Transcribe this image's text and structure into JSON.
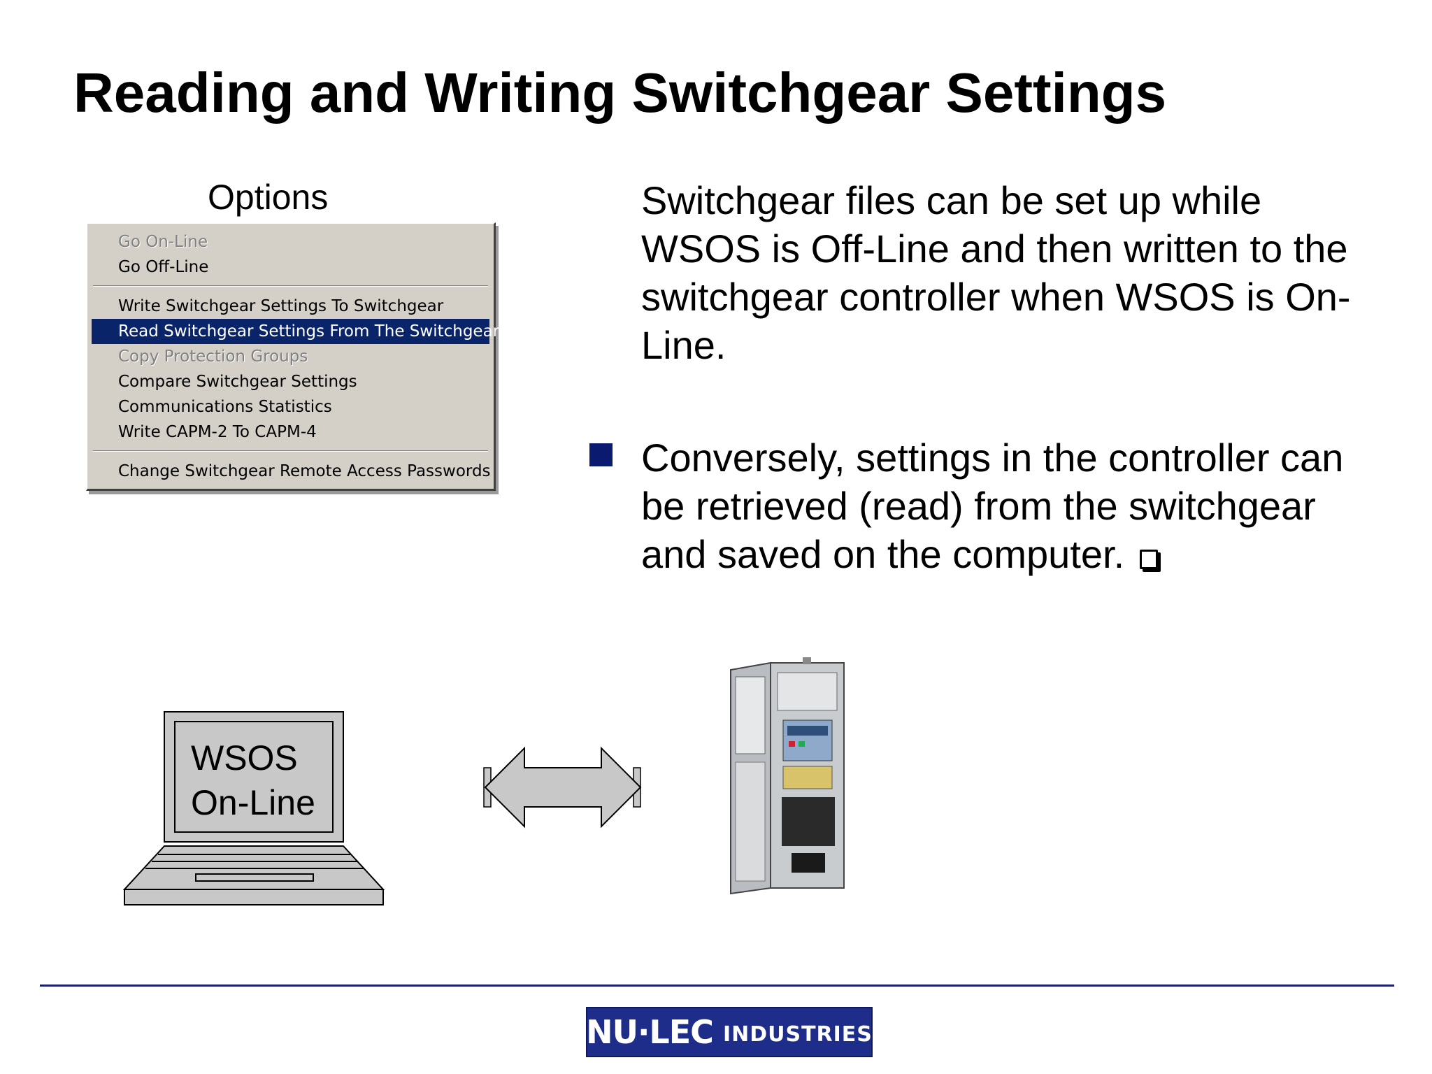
{
  "slide": {
    "title": "Reading and Writing Switchgear Settings"
  },
  "menu": {
    "header": "Options",
    "items": [
      {
        "label": "Go On-Line",
        "state": "disabled"
      },
      {
        "label": "Go Off-Line",
        "state": "normal"
      },
      {
        "label": "Write Switchgear Settings To Switchgear",
        "state": "normal"
      },
      {
        "label": "Read Switchgear Settings From The Switchgear",
        "state": "highlighted"
      },
      {
        "label": "Copy Protection Groups",
        "state": "disabled"
      },
      {
        "label": "Compare Switchgear Settings",
        "state": "normal"
      },
      {
        "label": "Communications Statistics",
        "state": "normal"
      },
      {
        "label": "Write CAPM-2 To CAPM-4",
        "state": "normal"
      },
      {
        "label": "Change Switchgear Remote Access Passwords",
        "state": "normal"
      }
    ],
    "highlight_color": "#0a246a",
    "background_color": "#d4d0c8"
  },
  "content": {
    "paragraph_1": "Switchgear files can be set up while WSOS is Off-Line and then written to the switchgear controller when WSOS is On-Line.",
    "paragraph_2": "Conversely, settings in the controller can be retrieved (read) from the switchgear and saved on the computer.",
    "bullet_color": "#0a1a6e"
  },
  "diagram": {
    "laptop_line_1": "WSOS",
    "laptop_line_2": "On-Line"
  },
  "footer": {
    "logo_main": "NU·LEC",
    "logo_sub": "INDUSTRIES",
    "logo_color": "#1e2d8a",
    "rule_color": "#1b1f6e"
  }
}
